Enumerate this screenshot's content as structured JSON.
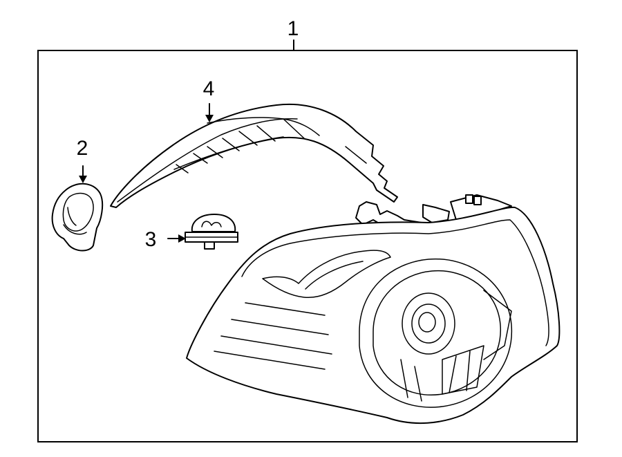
{
  "diagram": {
    "border_color": "#000000",
    "background": "#ffffff",
    "callouts": {
      "assembly": "1",
      "gasket": "2",
      "bulb": "3",
      "trim": "4"
    }
  }
}
